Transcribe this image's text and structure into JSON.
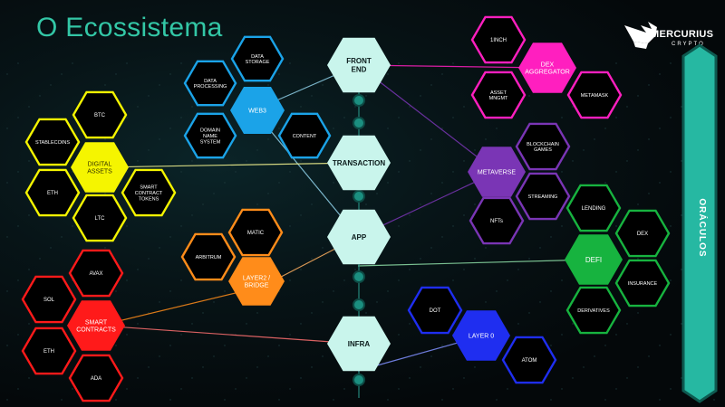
{
  "title": "O Ecossistema",
  "logo": {
    "name": "MERCURIUS",
    "sub": "CRYPTO"
  },
  "oraculos": "ORÁCULOS",
  "nodes": {
    "front_end": "FRONT\nEND",
    "transaction": "TRANSACTION",
    "app": "APP",
    "infra": "INFRA",
    "web3": "WEB3",
    "data_storage": "DATA\nSTORAGE",
    "data_processing": "DATA\nPROCESSING",
    "domain_name_system": "DOMAIN\nNAME\nSYSTEM",
    "content": "CONTENT",
    "digital_assets": "DIGITAL\nASSETS",
    "btc": "BTC",
    "stablecoins": "STABLECOINS",
    "eth_da": "ETH",
    "ltc": "LTC",
    "smart_contract_tokens": "SMART\nCONTRACT\nTOKENS",
    "layer2": "LAYER2 /\nBRIDGE",
    "matic": "MATIC",
    "arbitrum": "ARBITRUM",
    "smart_contracts": "SMART\nCONTRACTS",
    "avax": "AVAX",
    "sol": "SOL",
    "eth_sc": "ETH",
    "ada": "ADA",
    "dex_aggregator": "DEX\nAGGREGATOR",
    "inch": "1INCH",
    "asset_mngmt": "ASSET\nMNGMT",
    "metamask": "METAMASK",
    "metaverse": "METAVERSE",
    "blockchain_games": "BLOCKCHAIN\nGAMES",
    "streaming": "STREAMING",
    "nfts": "NFTs",
    "defi": "DEFI",
    "lending": "LENDING",
    "dex": "DEX",
    "insurance": "INSURANCE",
    "derivatives": "DERIVATIVES",
    "layer0": "LAYER 0",
    "dot": "DOT",
    "atom": "ATOM"
  },
  "colors": {
    "background": "#05080b",
    "core_fill": "#c9f5ec",
    "spine": "#2a9d8f",
    "web3": "#1ba3e8",
    "digital_assets": "#f5f500",
    "layer2": "#ff8c1a",
    "smart_contracts": "#ff1a1a",
    "dex_aggregator": "#ff1fbf",
    "metaverse": "#7a35b5",
    "defi": "#17b33f",
    "layer0": "#1f2ef0",
    "oraculos": "#26b8a2"
  }
}
